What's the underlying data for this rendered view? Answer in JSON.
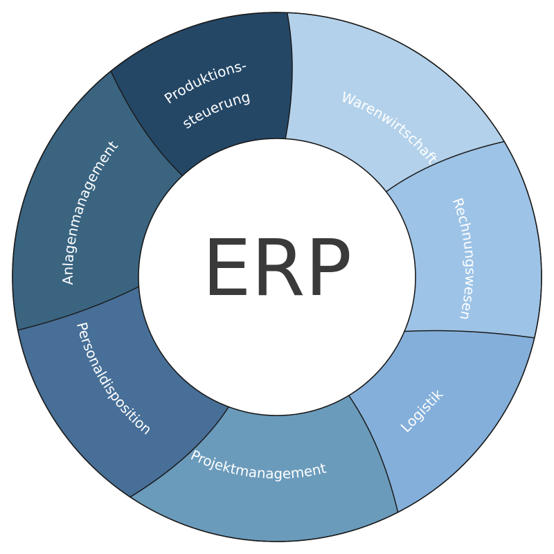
{
  "center": {
    "title": "ERP"
  },
  "segments": [
    {
      "label": "Warenwirtschaft",
      "color": "#b3d1ea"
    },
    {
      "label": "Rechnungswesen",
      "color": "#9dc3e6"
    },
    {
      "label": "Logistik",
      "color": "#84afda"
    },
    {
      "label": "Projektmanagement",
      "color": "#6b9bbb"
    },
    {
      "label": "Personaldisposition",
      "color": "#476f97"
    },
    {
      "label": "Anlagenmanagement",
      "color": "#3a6480"
    },
    {
      "label_line1": "Produktions-",
      "label_line2": "steuerung",
      "color": "#244766"
    }
  ],
  "colors": {
    "outline": "#1a1a1a",
    "center_fill": "#ffffff",
    "label_text": "#ffffff",
    "title_text": "#3a3a3a"
  }
}
